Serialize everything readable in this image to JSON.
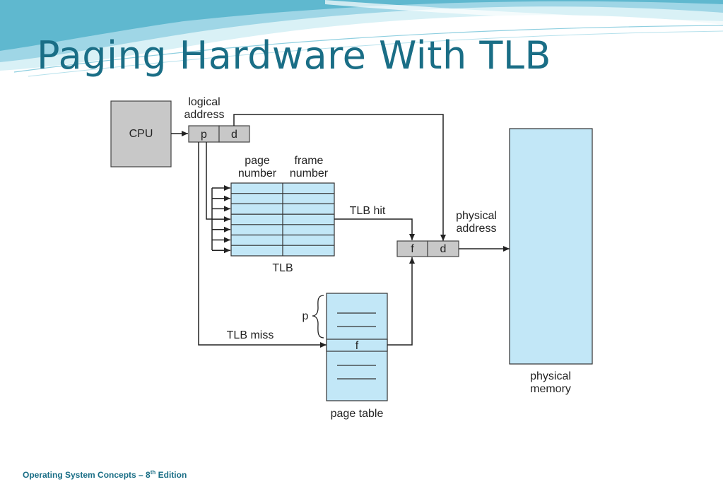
{
  "slide": {
    "title": "Paging Hardware With TLB",
    "footer": {
      "prefix": "Operating System Concepts – 8",
      "sup": "th",
      "suffix": " Edition"
    }
  },
  "colors": {
    "title": "#1a6e86",
    "light_blue_fill": "#c2e7f7",
    "gray_fill": "#c8c8c8",
    "wave_light": "#bfe6f0",
    "wave_mid": "#5fb8cf"
  },
  "diagram": {
    "cpu_label": "CPU",
    "logical_address_line1": "logical",
    "logical_address_line2": "address",
    "p_label": "p",
    "d_label": "d",
    "page_number_line1": "page",
    "page_number_line2": "number",
    "frame_number_line1": "frame",
    "frame_number_line2": "number",
    "tlb_label": "TLB",
    "tlb_hit_label": "TLB hit",
    "tlb_miss_label": "TLB miss",
    "physical_address_line1": "physical",
    "physical_address_line2": "address",
    "f_label": "f",
    "physical_d_label": "d",
    "page_table_p_label": "p",
    "page_table_f_label": "f",
    "page_table_label": "page table",
    "physical_memory_line1": "physical",
    "physical_memory_line2": "memory"
  }
}
